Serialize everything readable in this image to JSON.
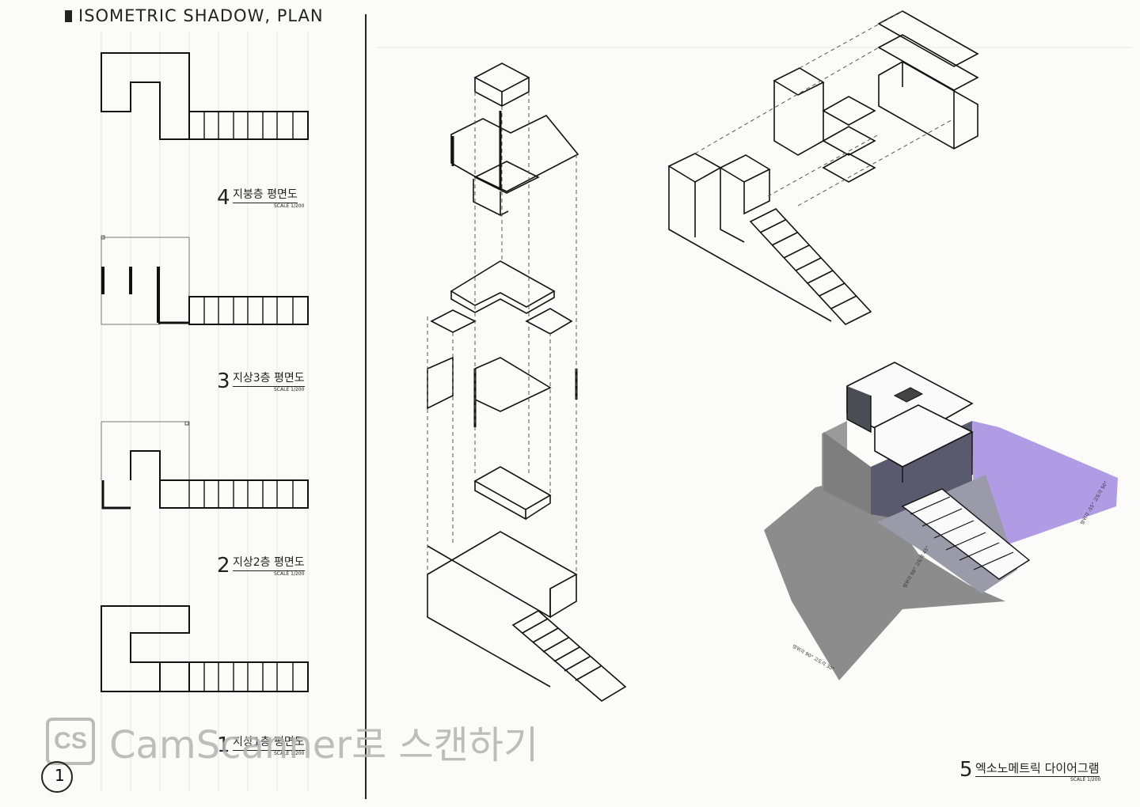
{
  "title": "ISOMETRIC SHADOW, PLAN",
  "plans": [
    {
      "num": "4",
      "name": "지붕층 평면도",
      "scale": "SCALE 1/200"
    },
    {
      "num": "3",
      "name": "지상3층 평면도",
      "scale": "SCALE 1/200"
    },
    {
      "num": "2",
      "name": "지상2층 평면도",
      "scale": "SCALE 1/200"
    },
    {
      "num": "1",
      "name": "지상1층 평면도",
      "scale": "SCALE 1/200"
    }
  ],
  "iso_diagram": {
    "num": "5",
    "name": "엑소노메트릭 다이어그램",
    "scale": "SCALE 1/200"
  },
  "shadow_annotations": [
    "방위각 60° 고도각 45°",
    "방위각 -55° 고도각 50°",
    "방위각 90° 고도각 30°"
  ],
  "page_number": "1",
  "watermark": {
    "logo": "CS",
    "text": "CamScanner로 스캔하기"
  },
  "colors": {
    "ink": "#222222",
    "shadow_gray": "#8c8c8c",
    "shadow_purple": "#a28be0",
    "watermark": "#b0b0b0"
  }
}
